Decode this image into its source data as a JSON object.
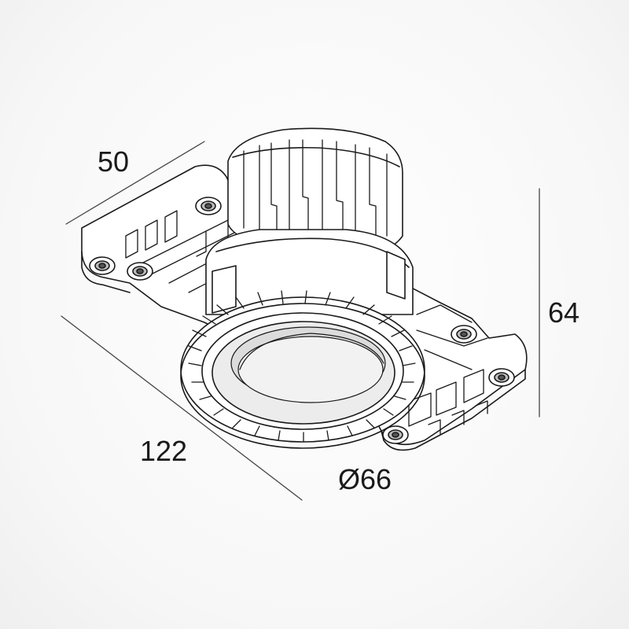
{
  "dimensions": {
    "width": "50",
    "height": "64",
    "length": "122",
    "diameter": "Ø66"
  },
  "colors": {
    "line": "#1a1a1a",
    "dimension_line": "#444444",
    "body_fill": "#ffffff",
    "shade_fill": "#d9d9d9",
    "background": "#f4f4f4"
  }
}
